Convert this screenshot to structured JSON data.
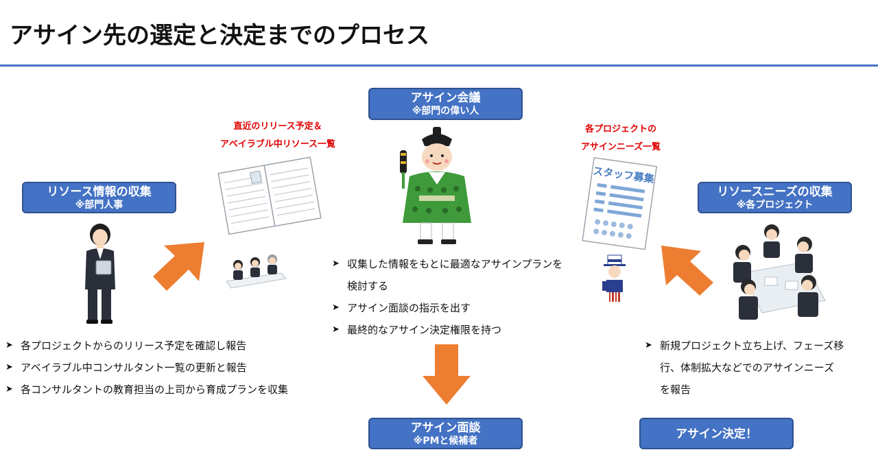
{
  "title": "アサイン先の選定と決定までのプロセス",
  "colors": {
    "accent": "#4472c4",
    "arrow": "#ed7d31",
    "note": "#e00000"
  },
  "boxes": {
    "resource_info": {
      "line1": "リソース情報の収集",
      "line2": "※部門人事"
    },
    "assign_meeting": {
      "line1": "アサイン会議",
      "line2": "※部門の偉い人"
    },
    "resource_needs": {
      "line1": "リソースニーズの収集",
      "line2": "※各プロジェクト"
    },
    "assign_interview": {
      "line1": "アサイン面談",
      "line2": "※PMと候補者"
    },
    "assign_decision": {
      "line1": "アサイン決定！"
    }
  },
  "notes": {
    "release_list": {
      "line1": "直近のリリース予定＆",
      "line2": "アベイラブル中リソース一覧"
    },
    "needs_list": {
      "line1": "各プロジェクトの",
      "line2": "アサインニーズ一覧"
    }
  },
  "illustrations": {
    "staff_poster_text": "スタッフ募集",
    "icons": [
      "hr-woman-icon",
      "documents-icon",
      "people-desk-icon",
      "official-icon",
      "poster-icon",
      "uncle-sam-icon",
      "meeting-icon",
      "arrow-icon"
    ]
  },
  "bullets": {
    "left": [
      "各プロジェクトからのリリース予定を確認し報告",
      "アベイラブル中コンサルタント一覧の更新と報告",
      "各コンサルタントの教育担当の上司から育成プランを収集"
    ],
    "center": [
      {
        "line1": "収集した情報をもとに最適なアサインプランを",
        "line2": "検討する"
      },
      {
        "line1": "アサイン面談の指示を出す"
      },
      {
        "line1": "最終的なアサイン決定権限を持つ"
      }
    ],
    "right": {
      "line1": "新規プロジェクト立ち上げ、フェーズ移",
      "line2": "行、体制拡大などでのアサインニーズ",
      "line3": "を報告"
    }
  }
}
